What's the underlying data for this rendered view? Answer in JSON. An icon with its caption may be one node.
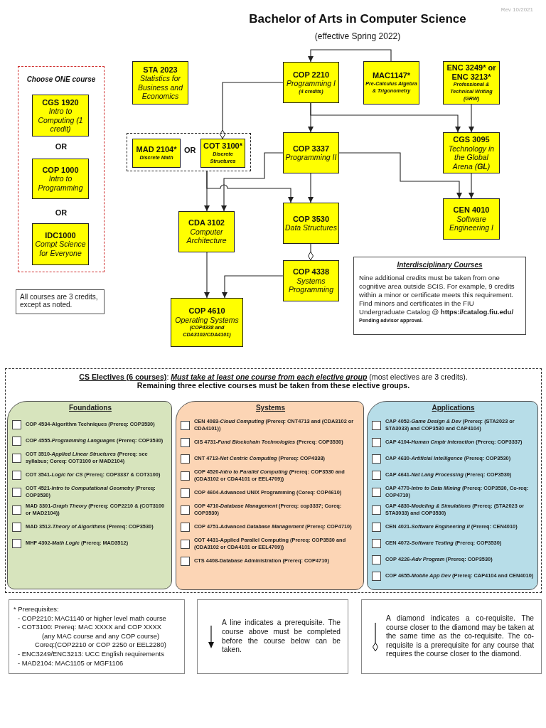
{
  "diagram": {
    "title": "Bachelor of Arts in Computer Science",
    "nodes": [
      {
        "text": [
          "Choose ONE course",
          "OR",
          "OR"
        ]
      },
      {
        "text": [
          "CGS 1920",
          "Intro to Computing (1 credit)"
        ],
        "in": 0
      },
      {
        "text": [
          "COP 1000",
          "Intro to Programming"
        ],
        "in": 0
      },
      {
        "text": [
          "IDC1000",
          "Compt Science for Everyone"
        ],
        "in": 0
      },
      {
        "text": [
          "All courses are 3 credits, except as noted."
        ]
      },
      {
        "text": [
          "STA 2023",
          "Statistics for Business and Economics"
        ]
      },
      {
        "text": [
          "COP 2210",
          "Programming I",
          "(4 credits)"
        ]
      },
      {
        "text": [
          "MAC1147*",
          "Pre-Calculus Algebra & Trigonometry"
        ]
      },
      {
        "text": [
          "ENC 3249* or ENC 3213*",
          "Professional & Technical Writing (**GRW**)"
        ]
      },
      {
        "text": [
          "OR"
        ]
      },
      {
        "text": [
          "MAD 2104*",
          "Discrete Math"
        ],
        "in": 9
      },
      {
        "text": [
          "COT 3100*",
          "Discrete Structures"
        ],
        "in": 9
      },
      {
        "text": [
          "COP 3337",
          "Programming II"
        ]
      },
      {
        "text": [
          "CGS 3095",
          "Technology in the Global Arena (**GL**)"
        ]
      },
      {
        "text": [
          "CDA 3102",
          "Computer Architecture"
        ]
      },
      {
        "text": [
          "COP 3530",
          "Data Structures"
        ]
      },
      {
        "text": [
          "CEN 4010",
          "Software Engineering I"
        ]
      },
      {
        "text": [
          "COP 4338",
          "Systems Programming"
        ]
      },
      {
        "text": [
          "Interdisciplinary Courses",
          "Nine additional credits must be taken from one cognitive area outside SCIS. For example, 9 credits within a minor or certificate meets this requirement. Find minors and certificates in the FIU Undergraduate Catalog @ **https://catalog.fiu.edu/**",
          "Pending advisor approval."
        ]
      },
      {
        "text": [
          "COP 4610",
          "Operating Systems",
          "(COP4338 and CDA3102/CDA4101)"
        ]
      },
      {
        "text": [
          "**CS Electives (6 courses)**: *Must take at least one course from each elective group* (most electives are 3 credits).",
          "Remaining three elective courses must be taken from these elective groups."
        ]
      },
      {
        "text": [
          "Foundations",
          "COP 4534-Algorithm Techniques (Prereq: COP3530)",
          "COP 4555-*Programming Languages* (Prereq: COP3530)",
          "COT 3510-*Applied Linear Structures* (Prereq: see syllabus; Coreq: COT3100 or MAD2104)",
          "COT 3541-*Logic for CS* (Prereq: COP3337 & COT3100)",
          "COT 4521-*Intro to Computational Geometry* (Prereq: COP3530)",
          "MAD 3301-*Graph Theory* (Prereq: COP2210 & (COT3100 or MAD2104))",
          "MAD 3512-*Theory of Algorithms* (Prereq: COP3530)",
          "MHF 4302-*Math Logic* (Prereq: MAD3512)"
        ],
        "in": 20
      },
      {
        "text": [
          "Systems",
          "CEN 4083-*Cloud Computing* (Prereq: CNT4713 and (CDA3102 or CDA4101))",
          "CIS 4731-*Fund Blockchain Technologies* (Prereq: COP3530)",
          "CNT 4713-*Net Centric Computing* (Prereq: COP4338)",
          "COP 4520-*Intro to Parallel Computing* (Prereq: COP3530 and (CDA3102 or CDA4101 or EEL4709))",
          "COP 4604-Advanced UNIX Programming (Coreq: COP4610)",
          "COP 4710-*Database Management* (Prereq: cop3337; Coreq: COP3530)",
          "COP 4751-Advanced *Database Management* (Prereq: COP4710)",
          "COT 4431-Applied Parallel Computing (Prereq: COP3530 and (CDA3102 or CDA4101 or EEL4709))",
          "CTS 4408-Database Administration (Prereq: COP4710)"
        ],
        "in": 20
      },
      {
        "text": [
          "Applications",
          "CAP 4052-*Game Design & Dev* (Prereq: (STA2023 or STA3033) and COP3530 and CAP4104)",
          "CAP 4104-*Human Cmptr Interaction* (Prereq: COP3337)",
          "CAP 4630-*Artificial Intelligence* (Prereq: COP3530)",
          "CAP 4641-*Nat Lang Processing* (Prereq: COP3530)",
          "CAP 4770-*Intro to Data Mining* (Prereq: COP3530, Co-req: COP4710)",
          "CAP 4830-*Modeling & Simulations* (Prereq: (STA2023 or STA3033) and COP3530)",
          "CEN 4021-*Software Engineering II* (Prereq: CEN4010)",
          "CEN 4072-*Software Testing* (Prereq: COP3530)",
          "COP 4226-*Adv Program* (Prereq: COP3530)",
          "COP 4655-*Mobile App Dev* (Prereq: CAP4104 and CEN4010)"
        ],
        "in": 20
      },
      {
        "text": [
          "* Prerequisites:",
          "- COP2210: MAC1140 or higher level math course",
          "- COT3100: Prereq: MAC XXXX and COP XXXX",
          "(any MAC course and any COP course)",
          "Coreq:(COP2210 or COP 2250 or EEL2280)",
          "- ENC3249/ENC3213: UCC English requirements",
          "- MAD2104: MAC1105 or MGF1106"
        ]
      },
      {
        "text": [
          "A line indicates a prerequisite. The course above must be completed before the course below can be taken."
        ]
      },
      {
        "text": [
          "A diamond indicates a co-requisite. The course closer to the diamond may be taken at the same time as the co-requisite. The co-requisite is a prerequisite for any course that requires the course closer to the diamond."
        ]
      }
    ],
    "edges": [
      {
        "from": 7,
        "to": 6,
        "arrow": "to"
      },
      {
        "from": 6,
        "to": 11,
        "arrow": "other"
      },
      {
        "from": 6,
        "to": 12,
        "arrow": "to"
      },
      {
        "from": 6,
        "to": 13,
        "arrow": "to"
      },
      {
        "from": 8,
        "to": 13,
        "arrow": "to"
      },
      {
        "from": 13,
        "to": 16,
        "arrow": "to"
      },
      {
        "from": 12,
        "to": 16,
        "arrow": "to"
      },
      {
        "from": 12,
        "to": 14,
        "arrow": "to"
      },
      {
        "from": 9,
        "to": 14,
        "arrow": "to"
      },
      {
        "from": 9,
        "to": 15,
        "arrow": "to"
      },
      {
        "from": 12,
        "to": 15,
        "arrow": "to"
      },
      {
        "from": 15,
        "to": 17,
        "arrow": "other"
      },
      {
        "from": 14,
        "to": 19,
        "arrow": "to"
      },
      {
        "from": 17,
        "to": 19,
        "arrow": "to"
      }
    ],
    "labels": [
      "Rev 10/2021",
      "(effective Spring 2022)"
    ]
  }
}
